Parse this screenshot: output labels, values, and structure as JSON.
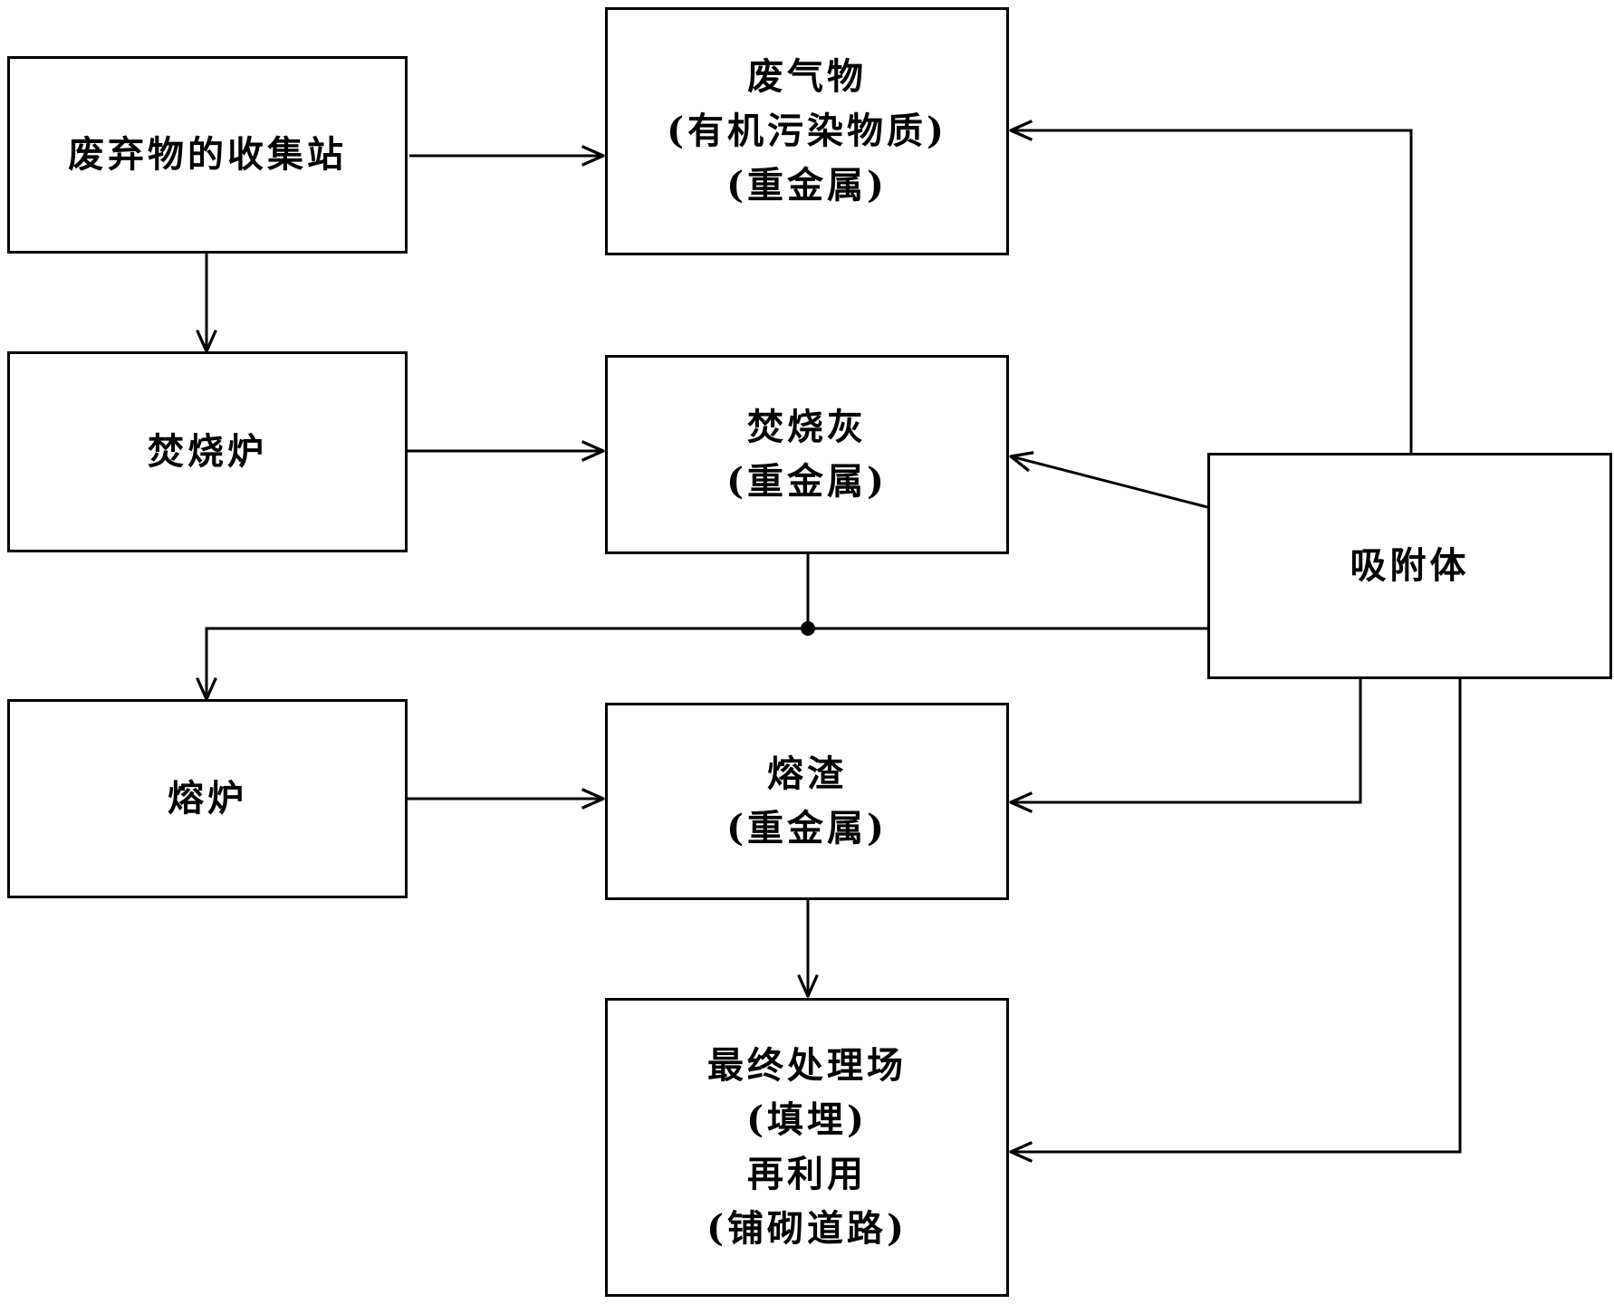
{
  "colors": {
    "line": "#000000",
    "box_border": "#000000",
    "background": "#ffffff"
  },
  "nodes": {
    "collection_station": {
      "lines": [
        "废弃物的收集站"
      ]
    },
    "exhaust_gas": {
      "lines": [
        "废气物",
        "(有机污染物质)",
        "(重金属)"
      ]
    },
    "incinerator": {
      "lines": [
        "焚烧炉"
      ]
    },
    "incineration_ash": {
      "lines": [
        "焚烧灰",
        "(重金属)"
      ]
    },
    "adsorbent": {
      "lines": [
        "吸附体"
      ]
    },
    "melting_furnace": {
      "lines": [
        "熔炉"
      ]
    },
    "slag": {
      "lines": [
        "熔渣",
        "(重金属)"
      ]
    },
    "final_disposal": {
      "lines": [
        "最终处理场",
        "(填埋)",
        "再利用",
        "(铺砌道路)"
      ]
    }
  }
}
